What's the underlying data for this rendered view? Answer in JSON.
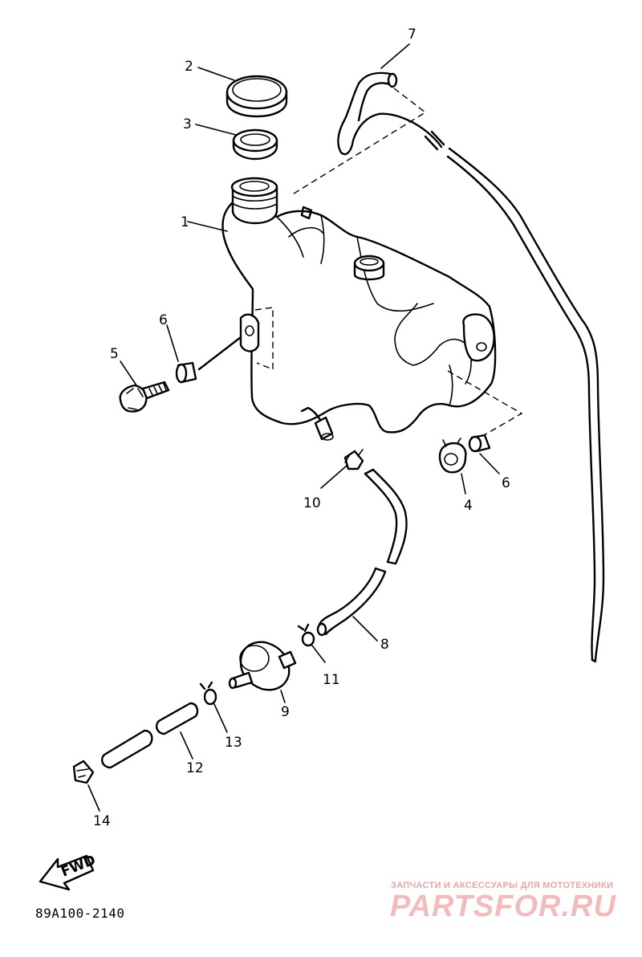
{
  "callouts": [
    {
      "id": "c1",
      "label": "1"
    },
    {
      "id": "c2",
      "label": "2"
    },
    {
      "id": "c3",
      "label": "3"
    },
    {
      "id": "c4",
      "label": "4"
    },
    {
      "id": "c5",
      "label": "5"
    },
    {
      "id": "c6a",
      "label": "6"
    },
    {
      "id": "c6b",
      "label": "6"
    },
    {
      "id": "c7",
      "label": "7"
    },
    {
      "id": "c8",
      "label": "8"
    },
    {
      "id": "c9",
      "label": "9"
    },
    {
      "id": "c10",
      "label": "10"
    },
    {
      "id": "c11",
      "label": "11"
    },
    {
      "id": "c12",
      "label": "12"
    },
    {
      "id": "c13",
      "label": "13"
    },
    {
      "id": "c14",
      "label": "14"
    }
  ],
  "fwd_label": "FWD",
  "diagram_code": "89A100-2140",
  "watermark": {
    "tagline": "ЗАПЧАСТИ И АКСЕССУАРЫ ДЛЯ МОТОТЕХНИКИ",
    "logo": "PARTSFOR.RU",
    "color": "#f3bcbc"
  }
}
